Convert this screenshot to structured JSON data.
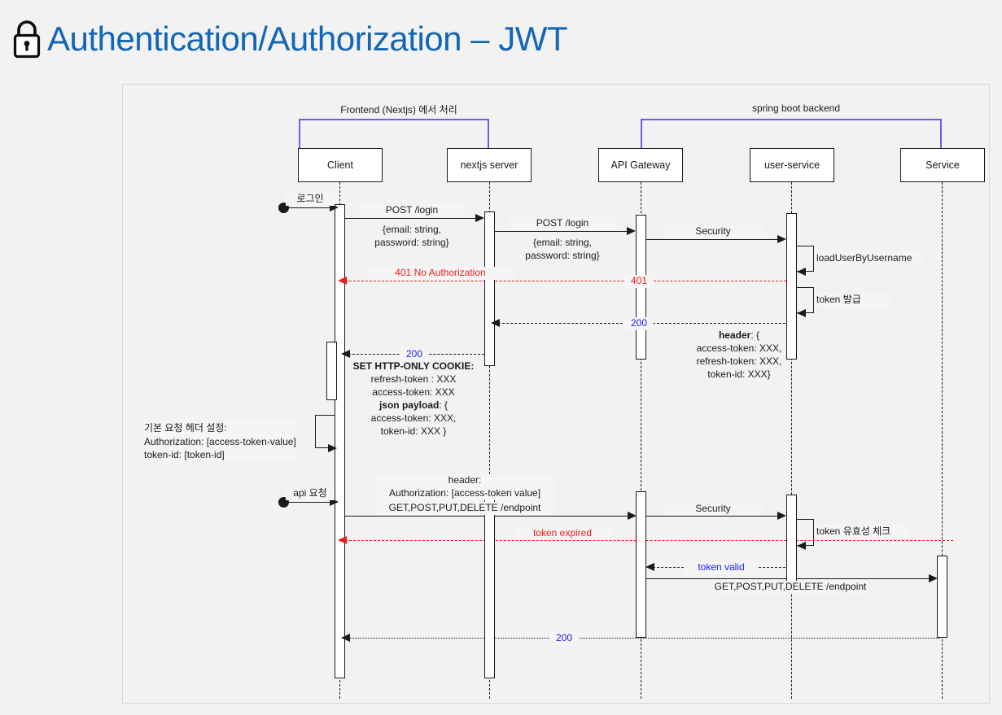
{
  "page": {
    "title": "Authentication/Authorization – JWT",
    "lock_icon": "lock-icon",
    "title_color": "#1266b5",
    "background": "#f2f2f2"
  },
  "diagram": {
    "type": "sequence-diagram",
    "groups": [
      {
        "label": "Frontend (Nextjs) 에서 처리",
        "color": "#6a5ff0",
        "spans": [
          "Client",
          "nextjs server"
        ]
      },
      {
        "label": "spring boot backend",
        "color": "#6a5ff0",
        "spans": [
          "API Gateway",
          "Service"
        ]
      }
    ],
    "participants": [
      {
        "name": "Client"
      },
      {
        "name": "nextjs server"
      },
      {
        "name": "API Gateway"
      },
      {
        "name": "user-service"
      },
      {
        "name": "Service"
      }
    ],
    "messages": [
      {
        "id": "m1",
        "from": "actor",
        "to": "Client",
        "label": "로그인",
        "style": "solid",
        "color": "#1a1a1a"
      },
      {
        "id": "m2",
        "from": "Client",
        "to": "nextjs server",
        "label": "POST /login",
        "style": "solid",
        "color": "#1a1a1a"
      },
      {
        "id": "m3",
        "from": "Client",
        "to": "nextjs server",
        "label": "{email: string,\npassword: string}",
        "style": "body",
        "color": "#1a1a1a"
      },
      {
        "id": "m4",
        "from": "nextjs server",
        "to": "API Gateway",
        "label": "POST /login",
        "style": "solid",
        "color": "#1a1a1a"
      },
      {
        "id": "m5",
        "from": "nextjs server",
        "to": "API Gateway",
        "label": "{email: string,\npassword: string}",
        "style": "body",
        "color": "#1a1a1a"
      },
      {
        "id": "m6",
        "from": "API Gateway",
        "to": "user-service",
        "label": "Security",
        "style": "solid",
        "color": "#1a1a1a"
      },
      {
        "id": "m7",
        "from": "user-service",
        "to": "user-service",
        "label": "loadUserByUsername",
        "style": "self",
        "color": "#1a1a1a"
      },
      {
        "id": "m8",
        "from": "user-service",
        "to": "Client",
        "label": "401 No Authorization",
        "style": "dashed-red",
        "color": "#ee1c1c",
        "gateway_label": "401"
      },
      {
        "id": "m9",
        "from": "user-service",
        "to": "user-service",
        "label": "token 발급",
        "style": "self",
        "color": "#1a1a1a"
      },
      {
        "id": "m10",
        "from": "user-service",
        "to": "nextjs server",
        "label": "200",
        "style": "dashed-black",
        "color": "#1a1aee"
      },
      {
        "id": "m11",
        "from": "user-service",
        "to": "nextjs server",
        "label": "header: {\naccess-token: XXX,\nrefresh-token: XXX,\ntoken-id: XXX}",
        "style": "body",
        "color": "#1a1a1a"
      },
      {
        "id": "m12",
        "from": "nextjs server",
        "to": "Client",
        "label": "200",
        "style": "dashed-black",
        "color": "#1a1aee"
      },
      {
        "id": "m13",
        "from": "nextjs server",
        "to": "Client",
        "label": "SET HTTP-ONLY COOKIE:\nrefresh-token : XXX\naccess-token: XXX\njson payload: {\naccess-token: XXX,\ntoken-id: XXX }",
        "style": "body",
        "color": "#1a1a1a"
      },
      {
        "id": "m14",
        "from": "Client",
        "to": "Client",
        "label": "기본 요청 헤더 설정:\nAuthorization:  [access-token-value]\ntoken-id: [token-id]",
        "style": "self-note",
        "color": "#1a1a1a"
      },
      {
        "id": "m15",
        "from": "actor",
        "to": "Client",
        "label": "api 요청",
        "style": "solid",
        "color": "#1a1a1a"
      },
      {
        "id": "m16",
        "from": "Client",
        "to": "API Gateway",
        "label": "header:\nAuthorization: [access-token value]\nGET,POST,PUT,DELETE /endpoint",
        "style": "solid",
        "color": "#1a1a1a"
      },
      {
        "id": "m17",
        "from": "API Gateway",
        "to": "user-service",
        "label": "Security",
        "style": "solid",
        "color": "#1a1a1a"
      },
      {
        "id": "m18",
        "from": "user-service",
        "to": "user-service",
        "label": "token 유효성 체크",
        "style": "self",
        "color": "#1a1a1a"
      },
      {
        "id": "m19",
        "from": "user-service",
        "to": "Client",
        "label": "token expired",
        "style": "dashed-red",
        "color": "#ee1c1c"
      },
      {
        "id": "m20",
        "from": "user-service",
        "to": "API Gateway",
        "label": "token valid",
        "style": "dashed-black",
        "color": "#1a1aee"
      },
      {
        "id": "m21",
        "from": "API Gateway",
        "to": "Service",
        "label": "GET,POST,PUT,DELETE /endpoint",
        "style": "solid",
        "color": "#1a1a1a"
      },
      {
        "id": "m22",
        "from": "Service",
        "to": "Client",
        "label": "200",
        "style": "dotted-black",
        "color": "#1a1aee"
      }
    ],
    "labels": {
      "login_ko": "로그인",
      "api_request_ko": "api 요청",
      "post_login": "POST /login",
      "credentials_l1": "{email: string,",
      "credentials_l2": "password: string}",
      "security": "Security",
      "load_user": "loadUserByUsername",
      "unauthorized": "401 No Authorization",
      "code_401": "401",
      "token_issue_ko": "token 발급",
      "code_200": "200",
      "header_bold": "header",
      "header_colon_open": ": {",
      "hdr_access": "access-token: XXX,",
      "hdr_refresh": "refresh-token: XXX,",
      "hdr_tokenid": "token-id: XXX}",
      "set_cookie": "SET HTTP-ONLY COOKIE:",
      "cookie_refresh": "refresh-token : XXX",
      "cookie_access": "access-token: XXX",
      "json_payload_bold": "json payload",
      "json_payload_open": ": {",
      "payload_access": "access-token: XXX,",
      "payload_tokenid": "token-id: XXX }",
      "note_hdr_ko": "기본 요청 헤더 설정:",
      "note_auth": "Authorization:  [access-token-value]",
      "note_tokenid": "token-id: [token-id]",
      "req_header": "header:",
      "req_auth": "Authorization: [access-token value]",
      "endpoint_methods": "GET,POST,PUT,DELETE /endpoint",
      "token_check_ko": "token 유효성 체크",
      "token_expired": "token expired",
      "token_valid": "token valid"
    }
  }
}
